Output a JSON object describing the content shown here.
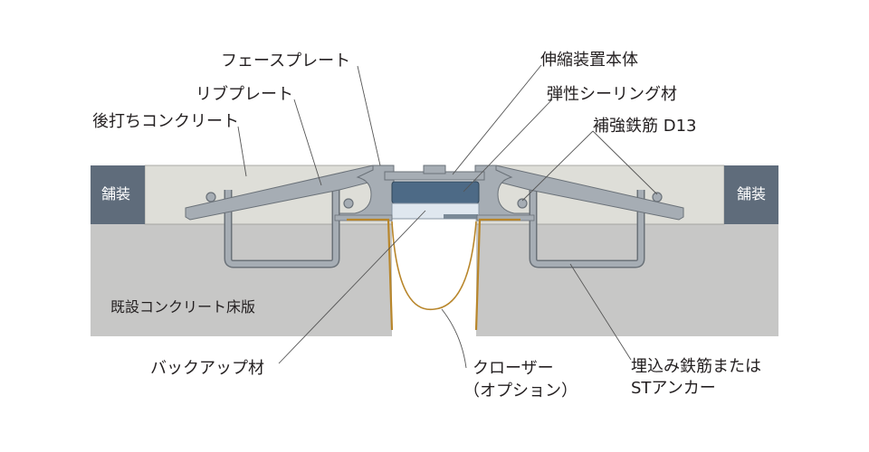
{
  "labels": {
    "face_plate": "フェースプレート",
    "rib_plate": "リブプレート",
    "post_concrete": "後打ちコンクリート",
    "joint_body": "伸縮装置本体",
    "elastic_seal": "弾性シーリング材",
    "rebar": "補強鉄筋 D13",
    "paving_left": "舗装",
    "paving_right": "舗装",
    "existing_slab": "既設コンクリート床版",
    "backup": "バックアップ材",
    "closer_line1": "クローザー",
    "closer_line2": "（オプション）",
    "anchor_line1": "埋込み鉄筋または",
    "anchor_line2": "STアンカー"
  },
  "colors": {
    "slab": "#c7c7c6",
    "post_concrete": "#deded8",
    "paving": "#5f6c7b",
    "steel": "#a6adb4",
    "steel_edge": "#6a7178",
    "seal": "#4d6a86",
    "backup": "#dfe7ef",
    "closer": "#b8862b"
  }
}
